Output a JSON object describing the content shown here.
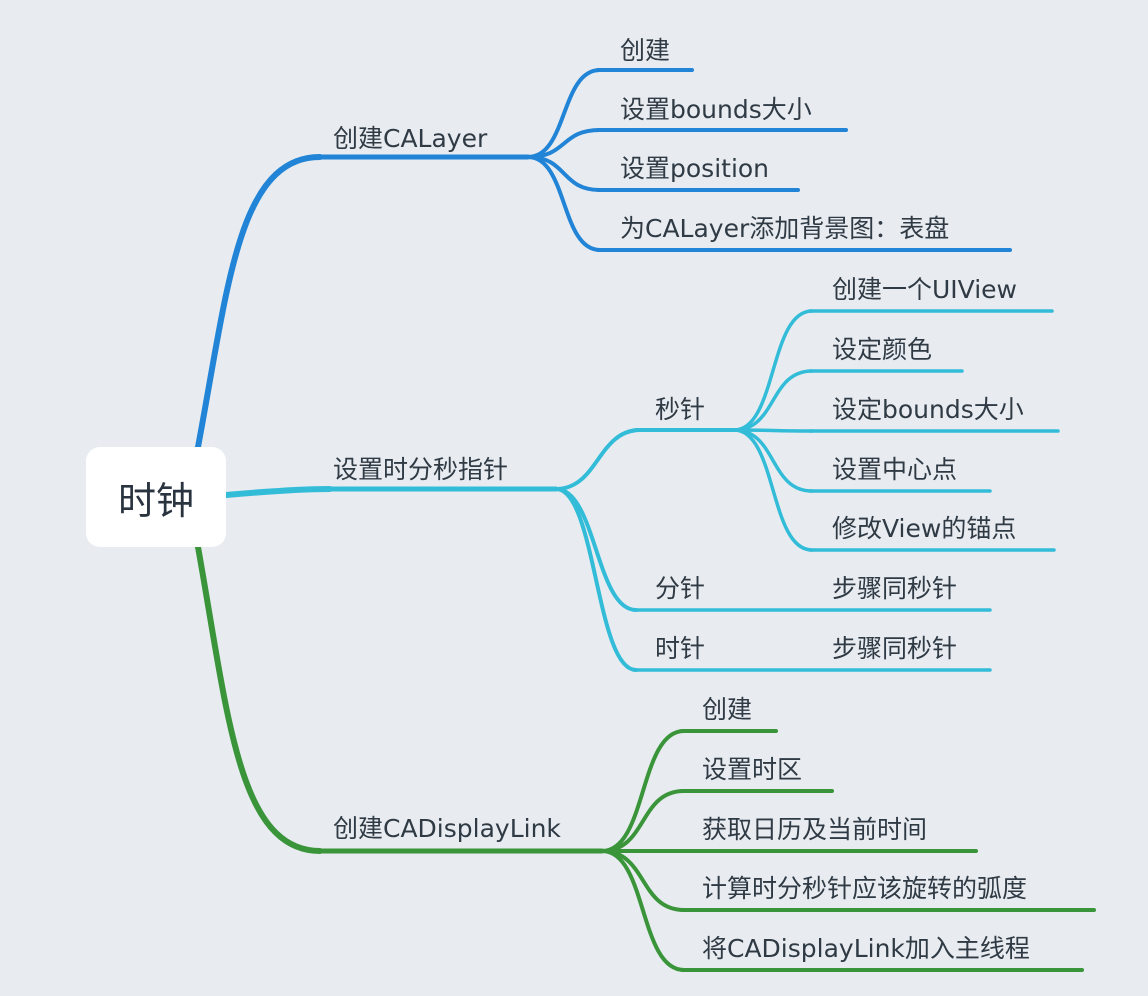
{
  "root": {
    "label": "时钟"
  },
  "colors": {
    "blue": "#2184d6",
    "cyan": "#33bcd8",
    "green": "#3a953a",
    "background": "#e8ecf0"
  },
  "branches": [
    {
      "label": "创建CALayer",
      "children": [
        {
          "label": "创建"
        },
        {
          "label": "设置bounds大小"
        },
        {
          "label": "设置position"
        },
        {
          "label": "为CALayer添加背景图：表盘"
        }
      ]
    },
    {
      "label": "设置时分秒指针",
      "children": [
        {
          "label": "秒针",
          "children": [
            {
              "label": "创建一个UIView"
            },
            {
              "label": "设定颜色"
            },
            {
              "label": "设定bounds大小"
            },
            {
              "label": "设置中心点"
            },
            {
              "label": "修改View的锚点"
            }
          ]
        },
        {
          "label": "分针",
          "children": [
            {
              "label": "步骤同秒针"
            }
          ]
        },
        {
          "label": "时针",
          "children": [
            {
              "label": "步骤同秒针"
            }
          ]
        }
      ]
    },
    {
      "label": "创建CADisplayLink",
      "children": [
        {
          "label": "创建"
        },
        {
          "label": "设置时区"
        },
        {
          "label": "获取日历及当前时间"
        },
        {
          "label": "计算时分秒针应该旋转的弧度"
        },
        {
          "label": "将CADisplayLink加入主线程"
        }
      ]
    }
  ]
}
